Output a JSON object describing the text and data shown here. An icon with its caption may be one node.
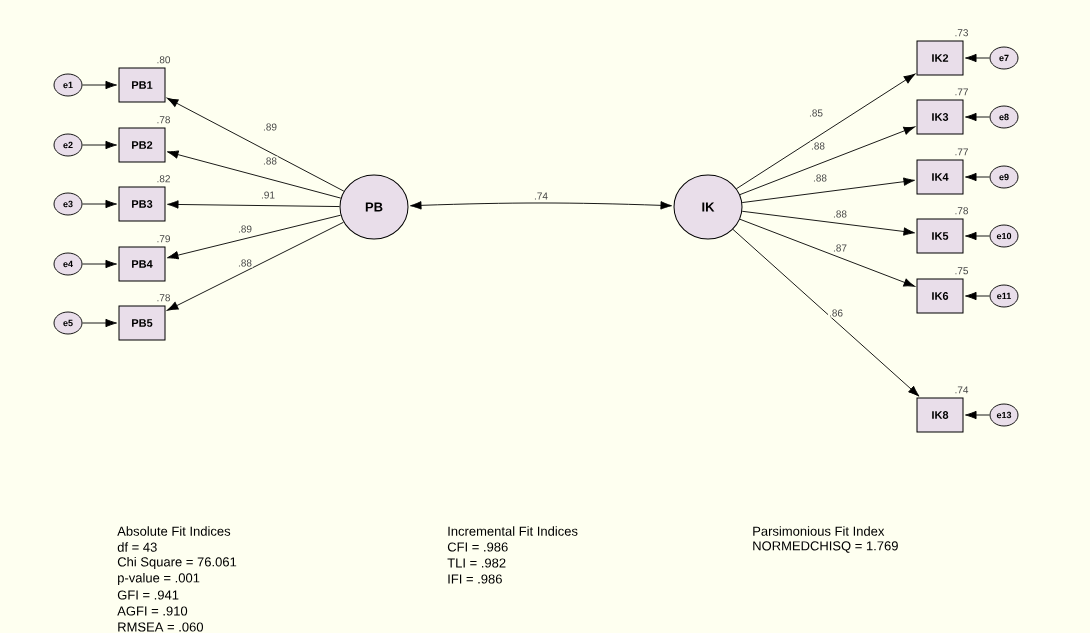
{
  "diagram": {
    "nodes": [
      {
        "text": [
          "PB"
        ]
      },
      {
        "text": [
          "IK"
        ]
      },
      {
        "text": [
          "PB1"
        ],
        "beside": [
          ".80"
        ]
      },
      {
        "text": [
          "PB2"
        ],
        "beside": [
          ".78"
        ]
      },
      {
        "text": [
          "PB3"
        ],
        "beside": [
          ".82"
        ]
      },
      {
        "text": [
          "PB4"
        ],
        "beside": [
          ".79"
        ]
      },
      {
        "text": [
          "PB5"
        ],
        "beside": [
          ".78"
        ]
      },
      {
        "text": [
          "IK2"
        ],
        "beside": [
          ".73"
        ]
      },
      {
        "text": [
          "IK3"
        ],
        "beside": [
          ".77"
        ]
      },
      {
        "text": [
          "IK4"
        ],
        "beside": [
          ".77"
        ]
      },
      {
        "text": [
          "IK5"
        ],
        "beside": [
          ".78"
        ]
      },
      {
        "text": [
          "IK6"
        ],
        "beside": [
          ".75"
        ]
      },
      {
        "text": [
          "IK8"
        ],
        "beside": [
          ".74"
        ]
      },
      {
        "text": [
          "e1"
        ]
      },
      {
        "text": [
          "e2"
        ]
      },
      {
        "text": [
          "e3"
        ]
      },
      {
        "text": [
          "e4"
        ]
      },
      {
        "text": [
          "e5"
        ]
      },
      {
        "text": [
          "e7"
        ]
      },
      {
        "text": [
          "e8"
        ]
      },
      {
        "text": [
          "e9"
        ]
      },
      {
        "text": [
          "e10"
        ]
      },
      {
        "text": [
          "e11"
        ]
      },
      {
        "text": [
          "e13"
        ]
      }
    ],
    "edges": [
      {
        "from": 0,
        "to": 1,
        "arrow": "both",
        "label": ".74"
      },
      {
        "from": 0,
        "to": 2,
        "arrow": "to",
        "label": ".89"
      },
      {
        "from": 0,
        "to": 3,
        "arrow": "to",
        "label": ".88"
      },
      {
        "from": 0,
        "to": 4,
        "arrow": "to",
        "label": ".91"
      },
      {
        "from": 0,
        "to": 5,
        "arrow": "to",
        "label": ".89"
      },
      {
        "from": 0,
        "to": 6,
        "arrow": "to",
        "label": ".88"
      },
      {
        "from": 1,
        "to": 7,
        "arrow": "to",
        "label": ".85"
      },
      {
        "from": 1,
        "to": 8,
        "arrow": "to",
        "label": ".88"
      },
      {
        "from": 1,
        "to": 9,
        "arrow": "to",
        "label": ".88"
      },
      {
        "from": 1,
        "to": 10,
        "arrow": "to",
        "label": ".88"
      },
      {
        "from": 1,
        "to": 11,
        "arrow": "to",
        "label": ".87"
      },
      {
        "from": 1,
        "to": 12,
        "arrow": "to",
        "label": ".86"
      },
      {
        "from": 13,
        "to": 2,
        "arrow": "to"
      },
      {
        "from": 14,
        "to": 3,
        "arrow": "to"
      },
      {
        "from": 15,
        "to": 4,
        "arrow": "to"
      },
      {
        "from": 16,
        "to": 5,
        "arrow": "to"
      },
      {
        "from": 17,
        "to": 6,
        "arrow": "to"
      },
      {
        "from": 18,
        "to": 7,
        "arrow": "to"
      },
      {
        "from": 19,
        "to": 8,
        "arrow": "to"
      },
      {
        "from": 20,
        "to": 9,
        "arrow": "to"
      },
      {
        "from": 21,
        "to": 10,
        "arrow": "to"
      },
      {
        "from": 22,
        "to": 11,
        "arrow": "to"
      },
      {
        "from": 23,
        "to": 12,
        "arrow": "to"
      }
    ],
    "labels": [
      "Absolute Fit Indices",
      "df = 43",
      "Chi Square = 76.061",
      "p-value = .001",
      "GFI = .941",
      "AGFI = .910",
      "RMSEA = .060",
      "Incremental Fit Indices",
      "CFI = .986",
      "TLI = .982",
      "IFI = .986",
      "Parsimonious Fit Index",
      "NORMEDCHISQ = 1.769"
    ]
  }
}
